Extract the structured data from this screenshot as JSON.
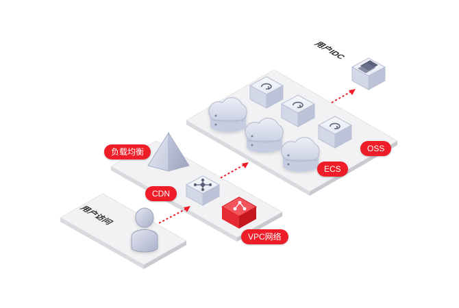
{
  "colors": {
    "accent_red": "#ee1d27",
    "platform_top": "#f2f2f4",
    "platform_side": "#d4d4d8",
    "icon_blue": "#d3d8e8",
    "icon_dark": "#5a6279"
  },
  "labels": {
    "user_access": "用户访问",
    "cdn": "CDN",
    "load_balancer": "负载均衡",
    "vpc": "VPC网络",
    "ecs": "ECS",
    "oss": "OSS",
    "user_idc": "用户IDC"
  },
  "icons": {
    "user": "user-icon",
    "load_balancer": "pyramid-icon",
    "cdn": "network-node-icon",
    "vpc": "branch-icon",
    "ecs": "cloud-server-icon",
    "oss": "cloud-sync-icon",
    "idc": "server-rack-icon"
  }
}
